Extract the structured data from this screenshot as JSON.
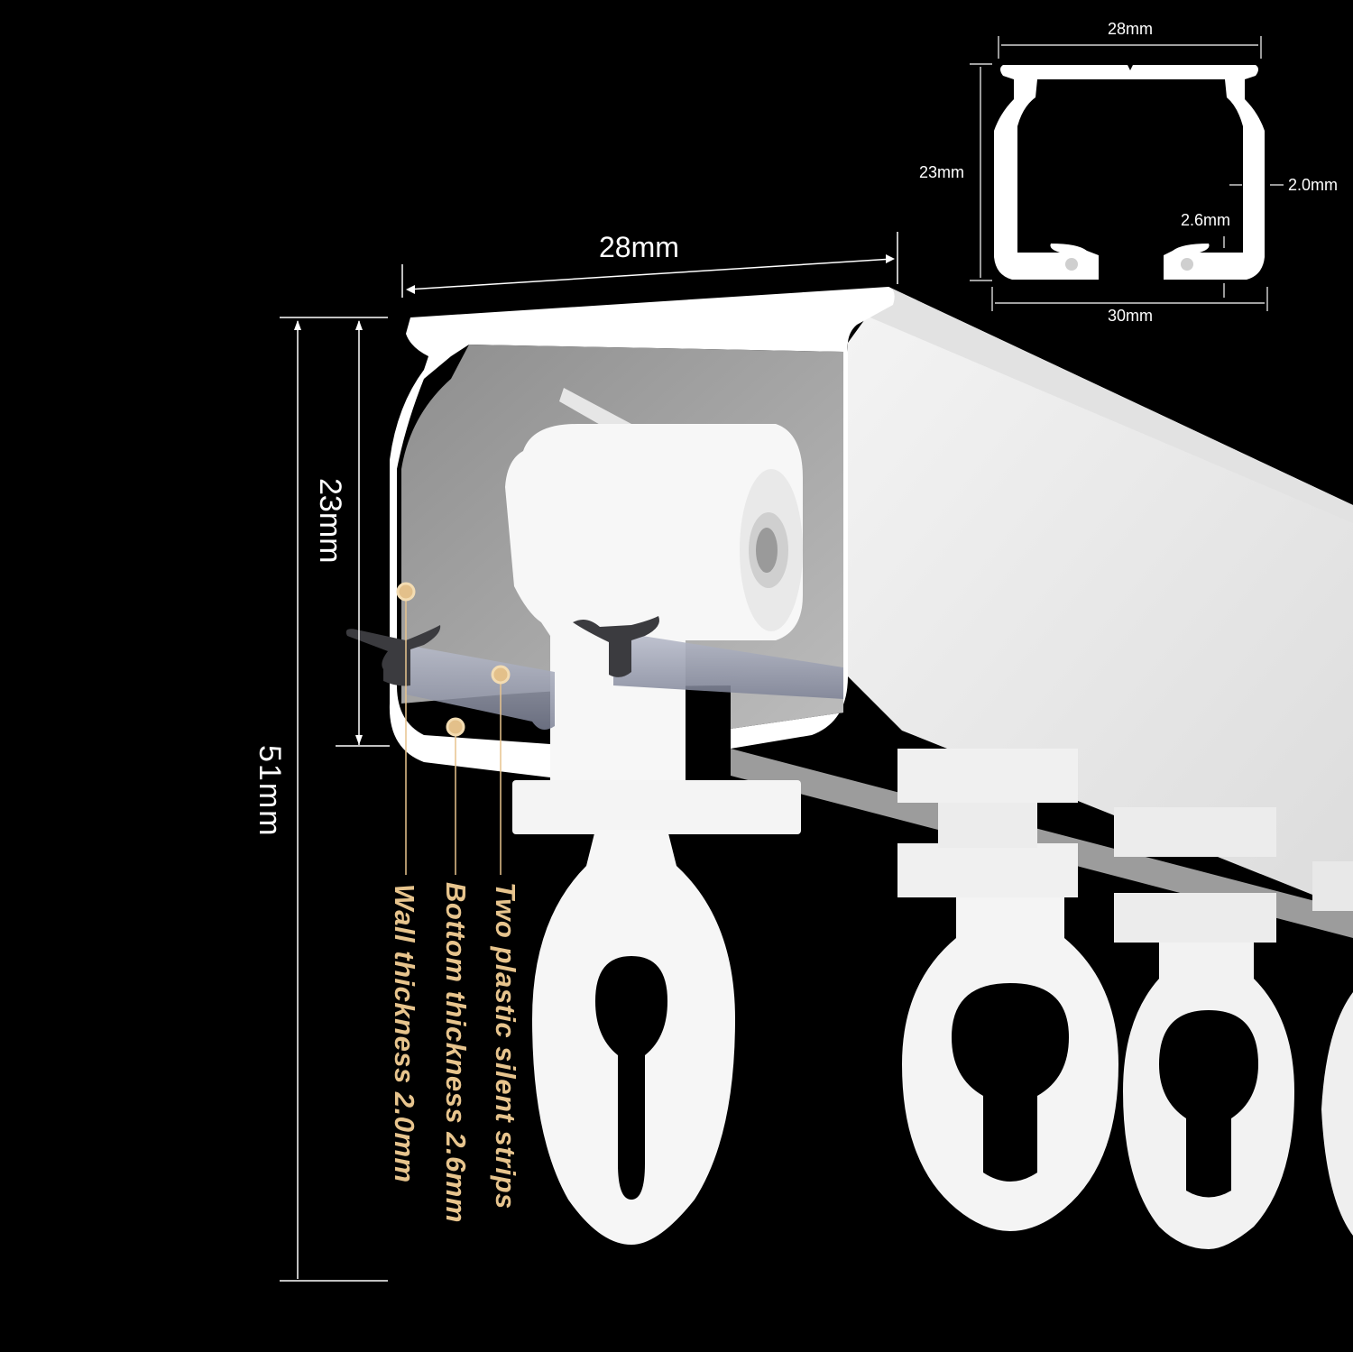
{
  "diagram": {
    "subject": "curtain rail track cross-section with glider hooks",
    "background_color": "#000000",
    "accent_color": "#e7c48d",
    "main_view": {
      "top_width_label": "28mm",
      "inner_height_label": "23mm",
      "total_height_label": "51mm"
    },
    "inset_profile": {
      "top_width_label": "28mm",
      "height_label": "23mm",
      "wall_label": "2.0mm",
      "bottom_label": "2.6mm",
      "bottom_width_label": "30mm"
    },
    "callouts": [
      {
        "label": "Two plastic silent strips"
      },
      {
        "label": "Bottom thickness 2.6mm"
      },
      {
        "label": "Wall thickness 2.0mm"
      }
    ]
  }
}
